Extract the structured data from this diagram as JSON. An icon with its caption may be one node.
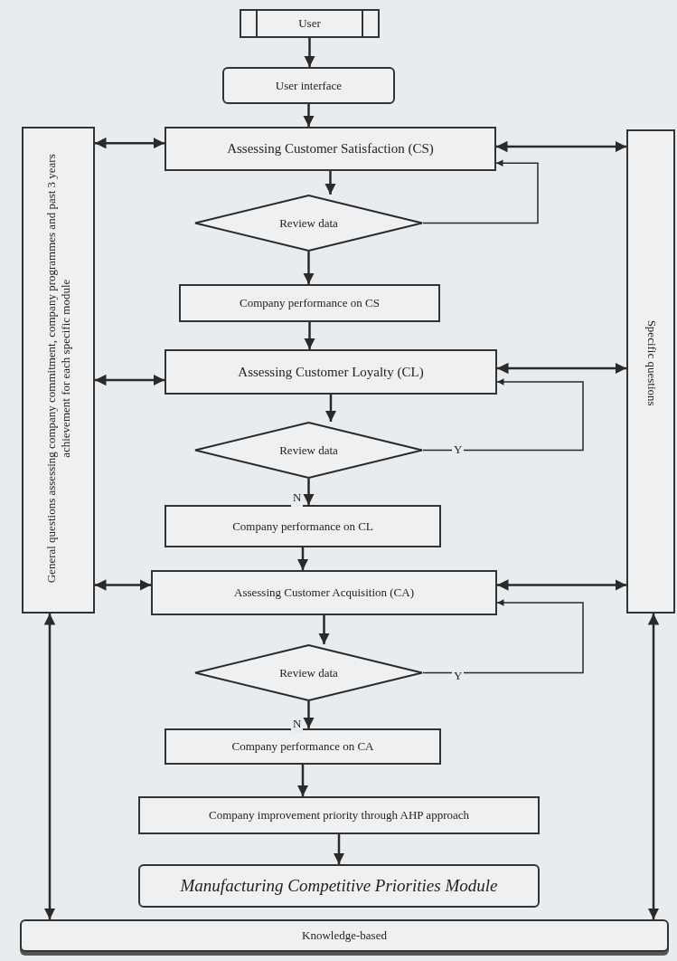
{
  "diagram": {
    "nodes": [
      {
        "text": [
          "User"
        ]
      },
      {
        "text": [
          "User interface"
        ]
      },
      {
        "text": [
          "General questions  assessing company commitment, company programmes and past 3 years achievement for each specific module"
        ]
      },
      {
        "text": [
          "Specific questions"
        ]
      },
      {
        "text": [
          "Assessing Customer Satisfaction (CS)"
        ]
      },
      {
        "text": [
          "Review data"
        ]
      },
      {
        "text": [
          "Company performance on CS"
        ]
      },
      {
        "text": [
          "Assessing Customer Loyalty  (CL)"
        ]
      },
      {
        "text": [
          "Review data"
        ]
      },
      {
        "text": [
          "Company performance on CL"
        ]
      },
      {
        "text": [
          "Assessing Customer Acquisition  (CA)"
        ]
      },
      {
        "text": [
          "Review data"
        ]
      },
      {
        "text": [
          "Company performance on CA"
        ]
      },
      {
        "text": [
          "Company improvement priority through AHP approach"
        ]
      },
      {
        "text": [
          "Manufacturing Competitive Priorities Module"
        ]
      },
      {
        "text": [
          "Knowledge-based"
        ]
      }
    ],
    "edges": [
      {
        "from": 0,
        "to": 1,
        "arrow": "to"
      },
      {
        "from": 1,
        "to": 4,
        "arrow": "to"
      },
      {
        "from": 4,
        "to": 5,
        "arrow": "to"
      },
      {
        "from": 5,
        "to": 6,
        "arrow": "to"
      },
      {
        "from": 5,
        "to": 4,
        "arrow": "to"
      },
      {
        "from": 6,
        "to": 7,
        "arrow": "to"
      },
      {
        "from": 7,
        "to": 8,
        "arrow": "to"
      },
      {
        "from": 8,
        "to": 9,
        "arrow": "to",
        "label": "N"
      },
      {
        "from": 8,
        "to": 7,
        "arrow": "to",
        "label": "Y"
      },
      {
        "from": 9,
        "to": 10,
        "arrow": "to"
      },
      {
        "from": 10,
        "to": 11,
        "arrow": "to"
      },
      {
        "from": 11,
        "to": 12,
        "arrow": "to",
        "label": "N"
      },
      {
        "from": 11,
        "to": 10,
        "arrow": "to",
        "label": "Y"
      },
      {
        "from": 12,
        "to": 13,
        "arrow": "to"
      },
      {
        "from": 13,
        "to": 14,
        "arrow": "to"
      },
      {
        "from": 2,
        "to": 4,
        "arrow": "both"
      },
      {
        "from": 2,
        "to": 7,
        "arrow": "both"
      },
      {
        "from": 2,
        "to": 10,
        "arrow": "both"
      },
      {
        "from": 4,
        "to": 3,
        "arrow": "both"
      },
      {
        "from": 7,
        "to": 3,
        "arrow": "both"
      },
      {
        "from": 10,
        "to": 3,
        "arrow": "both"
      },
      {
        "from": 2,
        "to": 15,
        "arrow": "both"
      },
      {
        "from": 3,
        "to": 15,
        "arrow": "both"
      }
    ]
  }
}
